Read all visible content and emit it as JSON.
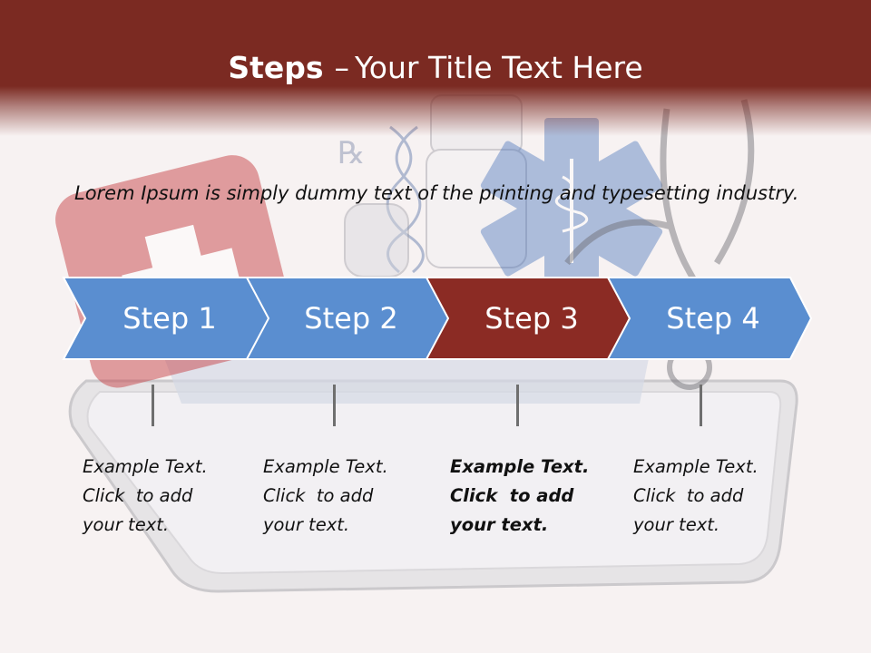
{
  "header": {
    "title_bold": "Steps",
    "title_sep": "–",
    "title_rest": "Your Title Text Here",
    "color": "#7b2a22"
  },
  "intro": {
    "text": "Lorem Ipsum is simply dummy text of the printing and typesetting industry."
  },
  "steps": [
    {
      "label": "Step 1",
      "color": "#5a8ed0",
      "active": false,
      "desc": [
        "Example Text.",
        "Click  to add",
        "your text."
      ]
    },
    {
      "label": "Step 2",
      "color": "#5a8ed0",
      "active": false,
      "desc": [
        "Example Text.",
        "Click  to add",
        "your text."
      ]
    },
    {
      "label": "Step 3",
      "color": "#8b2b24",
      "active": true,
      "desc": [
        "Example Text.",
        "Click  to add",
        "your text."
      ]
    },
    {
      "label": "Step 4",
      "color": "#5a8ed0",
      "active": false,
      "desc": [
        "Example Text.",
        "Click  to add",
        "your text."
      ]
    }
  ],
  "background_illustration": {
    "icons": [
      "first-aid-kit-icon",
      "dna-icon",
      "rx-icon",
      "pill-bottle-icon",
      "star-of-life-icon",
      "stethoscope-icon",
      "tablet-device-icon"
    ]
  }
}
